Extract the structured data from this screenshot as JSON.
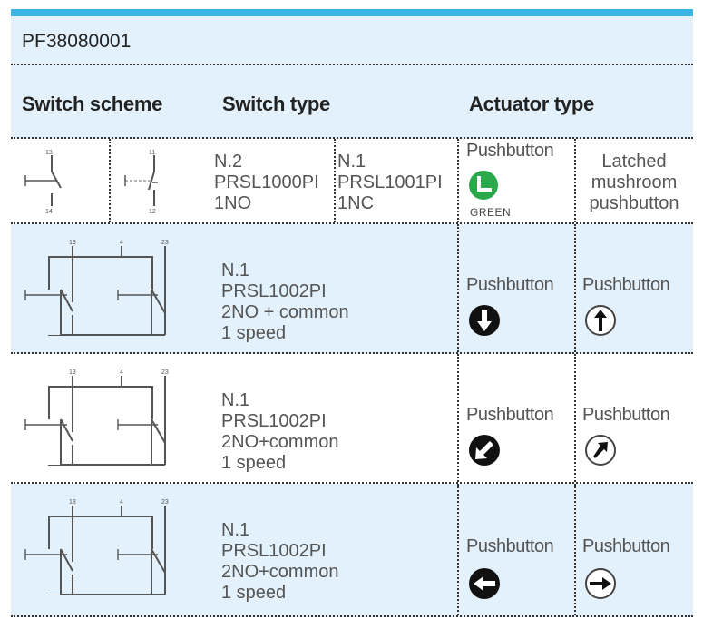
{
  "product_code": "PF38080001",
  "headers": {
    "switch_scheme": "Switch scheme",
    "switch_type": "Switch type",
    "actuator_type": "Actuator type"
  },
  "row1": {
    "scheme_a_top": "13",
    "scheme_a_bottom": "14",
    "scheme_b_top": "11",
    "scheme_b_bottom": "12",
    "type_a": [
      "N.2",
      "PRSL1000PI",
      "1NO"
    ],
    "type_b": [
      "N.1",
      "PRSL1001PI",
      "1NC"
    ],
    "actuator_a": "Pushbutton",
    "actuator_a_color": "GREEN",
    "actuator_b": [
      "Latched",
      "mushroom",
      "pushbutton"
    ]
  },
  "scheme_labels": {
    "left": "13",
    "mid": "4",
    "right": "23"
  },
  "rows": [
    {
      "type": [
        "N.1",
        "PRSL1002PI",
        "2NO + common",
        "1 speed"
      ],
      "actuator_a": "Pushbutton",
      "actuator_b": "Pushbutton",
      "icon_a": "arrow-down-black-icon",
      "icon_b": "arrow-up-white-icon"
    },
    {
      "type": [
        "N.1",
        "PRSL1002PI",
        "2NO+common",
        "1 speed"
      ],
      "actuator_a": "Pushbutton",
      "actuator_b": "Pushbutton",
      "icon_a": "arrow-down-left-black-icon",
      "icon_b": "arrow-up-right-white-icon"
    },
    {
      "type": [
        "N.1",
        "PRSL1002PI",
        "2NO+common",
        "1 speed"
      ],
      "actuator_a": "Pushbutton",
      "actuator_b": "Pushbutton",
      "icon_a": "arrow-left-black-icon",
      "icon_b": "arrow-right-white-icon"
    }
  ],
  "colors": {
    "accent": "#3cb4e6",
    "row_blue": "#e2f1fb",
    "green": "#2aa84a"
  }
}
